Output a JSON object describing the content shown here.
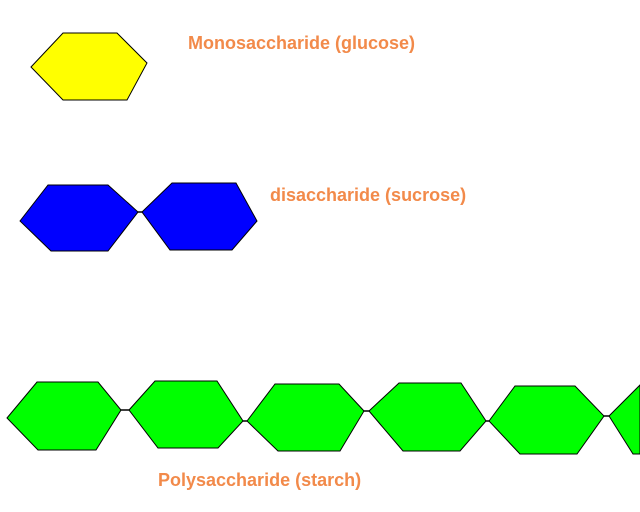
{
  "labels": {
    "monosaccharide": "Monosaccharide (glucose)",
    "disaccharide": "disaccharide (sucrose)",
    "polysaccharide": "Polysaccharide (starch)"
  },
  "colors": {
    "label_text": "#f28a4a",
    "monosaccharide_fill": "#ffff00",
    "disaccharide_fill": "#0000ff",
    "polysaccharide_fill": "#00ff00",
    "outline": "#000000"
  },
  "shapes": {
    "monosaccharide_count": 1,
    "disaccharide_count": 2,
    "polysaccharide_count": 6
  }
}
